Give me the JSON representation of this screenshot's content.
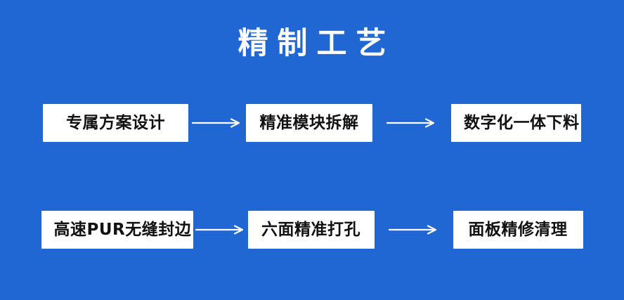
{
  "poster": {
    "background_color": "#2167d4",
    "box_background_color": "#ffffff",
    "box_text_color": "#111111",
    "title_color": "#ffffff",
    "arrow_color": "#ffffff",
    "title": "精制工艺"
  },
  "rows": [
    {
      "name": "process-row-1",
      "steps": [
        {
          "label": "专属方案设计"
        },
        {
          "label": "精准模块拆解"
        },
        {
          "label": "数字化一体下料"
        }
      ],
      "arrows": [
        {
          "icon": "arrow-right-icon"
        },
        {
          "icon": "arrow-right-icon"
        }
      ]
    },
    {
      "name": "process-row-2",
      "steps": [
        {
          "label": "高速PUR无缝封边"
        },
        {
          "label": "六面精准打孔"
        },
        {
          "label": "面板精修清理"
        }
      ],
      "arrows": [
        {
          "icon": "arrow-right-icon"
        },
        {
          "icon": "arrow-right-icon"
        }
      ]
    }
  ]
}
